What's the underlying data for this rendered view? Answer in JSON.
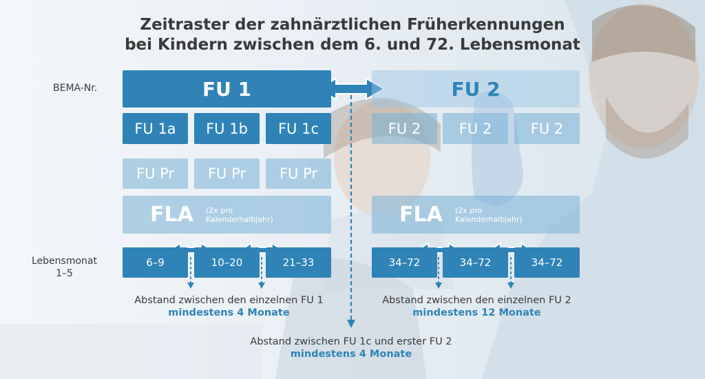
{
  "title": {
    "line1": "Zeitraster der zahnärztlichen Früherkennungen",
    "line2": "bei Kindern zwischen dem 6. und 72. Lebensmonat"
  },
  "row_labels": {
    "bema": "BEMA-Nr.",
    "lebensmonat_1": "Lebensmonat",
    "lebensmonat_2": "1–5"
  },
  "fu1": {
    "main": "FU 1",
    "subs": [
      "FU 1a",
      "FU 1b",
      "FU 1c"
    ],
    "pr": [
      "FU Pr",
      "FU Pr",
      "FU Pr"
    ],
    "fla": "FLA",
    "fla_note_1": "(2x pro",
    "fla_note_2": "Kalenderhalbjahr)",
    "ages": [
      "6–9",
      "10–20",
      "21–33"
    ]
  },
  "fu2": {
    "main": "FU 2",
    "subs": [
      "FU 2",
      "FU 2",
      "FU 2"
    ],
    "fla": "FLA",
    "fla_note_1": "(2x pro",
    "fla_note_2": "Kalenderhalbjahr)",
    "ages": [
      "34–72",
      "34–72",
      "34–72"
    ]
  },
  "notes": {
    "fu1_line1": "Abstand zwischen den einzelnen FU 1",
    "fu1_line2": "mindestens 4 Monate",
    "fu2_line1": "Abstand zwischen den einzelnen FU 2",
    "fu2_line2": "mindestens 12 Monate",
    "center_line1": "Abstand zwischen FU 1c und erster FU 2",
    "center_line2": "mindestens 4 Monate"
  },
  "colors": {
    "primary": "#2f83b6",
    "text": "#3a3a3a",
    "arrow": "#2f83b6"
  }
}
